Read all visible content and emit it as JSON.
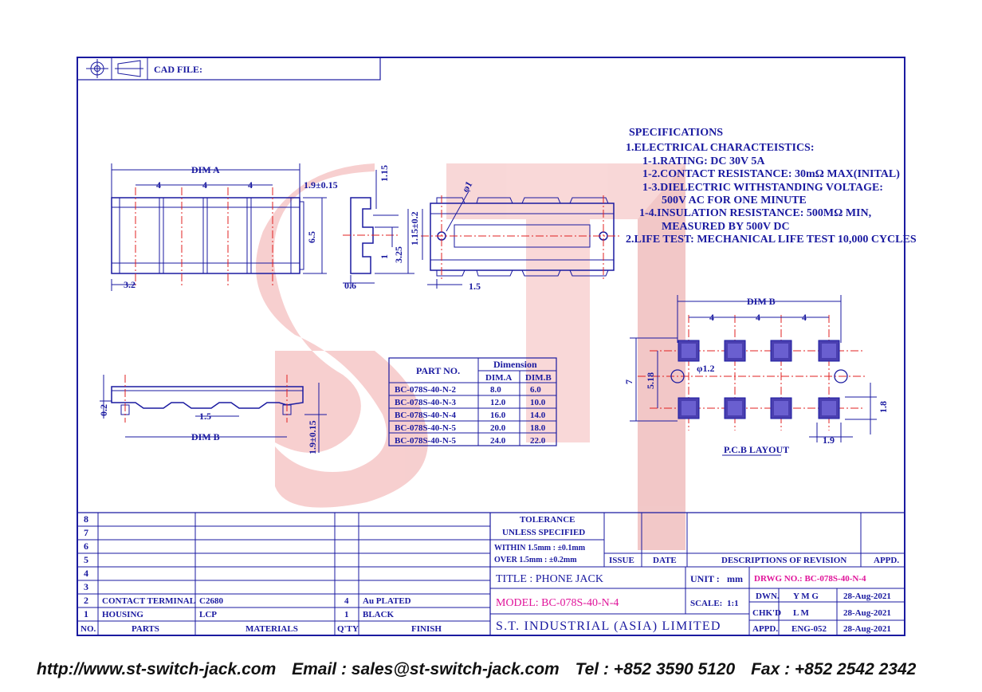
{
  "title_block": {
    "cad_file_label": "CAD FILE:",
    "title": "TITLE : PHONE JACK",
    "model": "MODEL: BC-078S-40-N-4",
    "unit_label": "UNIT :",
    "unit_value": "mm",
    "scale_label": "SCALE:",
    "scale_value": "1:1",
    "drawing_no": "DRWG NO.: BC-078S-40-N-4",
    "company": "S.T. INDUSTRIAL (ASIA) LIMITED",
    "dwn_label": "DWN.",
    "dwn_name": "Y M G",
    "dwn_date": "28-Aug-2021",
    "chkd_label": "CHK'D",
    "chkd_name": "L M",
    "chkd_date": "28-Aug-2021",
    "appd_label": "APPD.",
    "appd_name": "ENG-052",
    "appd_date": "28-Aug-2021"
  },
  "tolerance": {
    "line1": "TOLERANCE",
    "line2": "UNLESS   SPECIFIED",
    "line3": "WITHIN  1.5mm : ±0.1mm",
    "line4": "OVER    1.5mm : ±0.2mm"
  },
  "revision_headers": {
    "issue": "ISSUE",
    "date": "DATE",
    "desc": "DESCRIPTIONS  OF  REVISION",
    "appd": "APPD."
  },
  "bom": {
    "row_numbers": [
      "8",
      "7",
      "6",
      "5",
      "4",
      "3"
    ],
    "rows": [
      {
        "no": "2",
        "part": "CONTACT TERMINAL",
        "material": "C2680",
        "qty": "4",
        "finish": "Au PLATED"
      },
      {
        "no": "1",
        "part": "HOUSING",
        "material": "LCP",
        "qty": "1",
        "finish": "BLACK"
      }
    ],
    "headers": {
      "no": "NO.",
      "parts": "PARTS",
      "materials": "MATERIALS",
      "qty": "Q'TY",
      "finish": "FINISH"
    }
  },
  "specifications": {
    "heading": "SPECIFICATIONS",
    "lines": [
      "1.ELECTRICAL  CHARACTEISTICS:",
      "1-1.RATING:  DC  30V  5A",
      "1-2.CONTACT  RESISTANCE:  30mΩ MAX(INITAL)",
      "1-3.DIELECTRIC  WITHSTANDING  VOLTAGE:",
      "500V  AC  FOR  ONE  MINUTE",
      "1-4.INSULATION  RESISTANCE:  500MΩ MIN,",
      "MEASURED  BY  500V  DC",
      "2.LIFE  TEST:  MECHANICAL  LIFE  TEST  10,000  CYCLES"
    ]
  },
  "dimension_table": {
    "part_header": "PART NO.",
    "group_header": "Dimension",
    "col_a": "DIM.A",
    "col_b": "DIM.B",
    "rows": [
      {
        "part": "BC-078S-40-N-2",
        "a": "8.0",
        "b": "6.0"
      },
      {
        "part": "BC-078S-40-N-3",
        "a": "12.0",
        "b": "10.0"
      },
      {
        "part": "BC-078S-40-N-4",
        "a": "16.0",
        "b": "14.0"
      },
      {
        "part": "BC-078S-40-N-5",
        "a": "20.0",
        "b": "18.0"
      },
      {
        "part": "BC-078S-40-N-5",
        "a": "24.0",
        "b": "22.0"
      }
    ]
  },
  "drawing_labels": {
    "dim_a": "DIM A",
    "pitch": "4",
    "pitch2": "4",
    "pitch3": "4",
    "d_1_9_015": "1.9±0.15",
    "d_6_5": "6.5",
    "d_3_2": "3.2",
    "d_1_15": "1.15",
    "d_3_25": "3.25",
    "d_1": "1",
    "d_0_6": "0.6",
    "d_phi1": "φ1",
    "d_1_15_02": "1.15±0.2",
    "d_1_5": "1.5",
    "d_0_2": "0.2",
    "d_1_5b": "1.5",
    "dim_b": "DIM B",
    "d_1_9_015b": "1.9±0.15",
    "pcb_dim_b": "DIM B",
    "pcb_pitch1": "4",
    "pcb_pitch2": "4",
    "pcb_pitch3": "4",
    "pcb_7": "7",
    "pcb_5_18": "5.18",
    "pcb_phi": "φ1.2",
    "pcb_1_8": "1.8",
    "pcb_1_9": "1.9",
    "pcb_label": "P.C.B LAYOUT"
  },
  "footer": {
    "web": "http://www.st-switch-jack.com",
    "email": "Email : sales@st-switch-jack.com",
    "tel": "Tel : +852 3590 5120",
    "fax": "Fax : +852 2542 2342"
  },
  "colors": {
    "line": "#1a1aa0",
    "center": "#e02020",
    "accent": "#e0149a",
    "watermark": "#f3b3b3"
  }
}
